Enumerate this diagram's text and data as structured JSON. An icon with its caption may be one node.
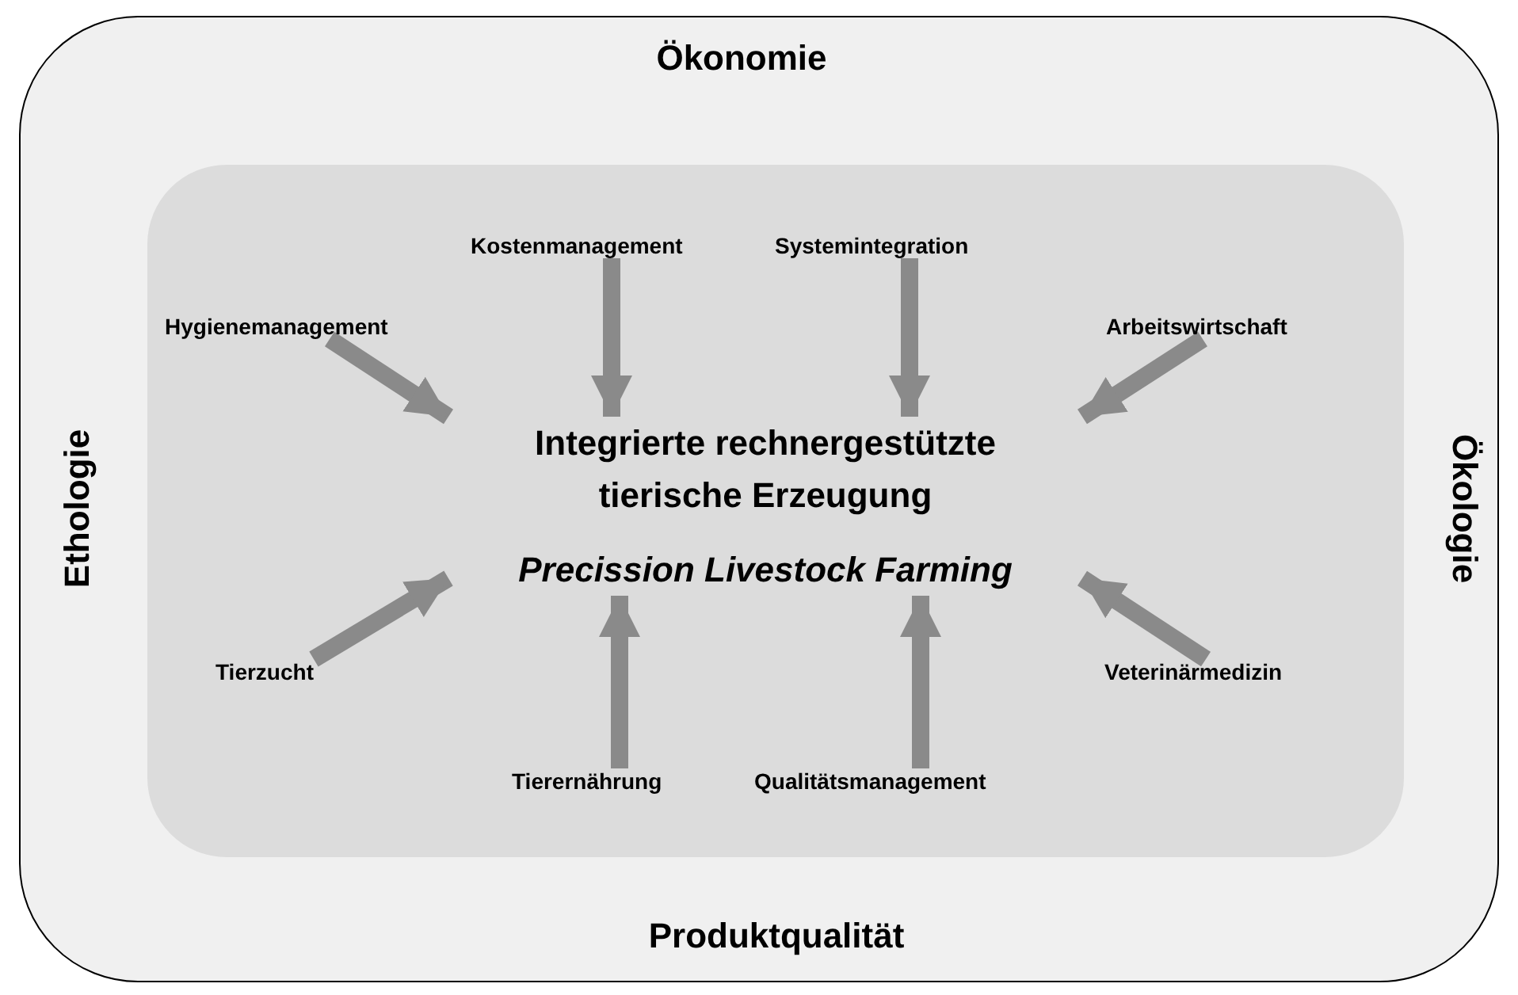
{
  "diagram": {
    "nodes": [
      {
        "text": [
          "Ökonomie",
          "Ethologie",
          "Ökologie",
          "Produktqualität"
        ]
      },
      {
        "text": [],
        "shape": "box",
        "in": 0
      },
      {
        "text": [
          "Integrierte rechnergestützte tierische Erzeugung",
          "Precission Livestock Farming"
        ],
        "in": 1
      },
      {
        "text": [
          "Kostenmanagement"
        ],
        "in": 1
      },
      {
        "text": [
          "Systemintegration"
        ],
        "in": 1
      },
      {
        "text": [
          "Hygienemanagement"
        ],
        "in": 1
      },
      {
        "text": [
          "Arbeitswirtschaft"
        ],
        "in": 1
      },
      {
        "text": [
          "Tierzucht"
        ],
        "in": 1
      },
      {
        "text": [
          "Veterinärmedizin"
        ],
        "in": 1
      },
      {
        "text": [
          "Tierernährung"
        ],
        "in": 1
      },
      {
        "text": [
          "Qualitätsmanagement"
        ],
        "in": 1
      }
    ],
    "edges": [
      {
        "from": 3,
        "to": 2,
        "arrow": "to"
      },
      {
        "from": 4,
        "to": 2,
        "arrow": "to"
      },
      {
        "from": 5,
        "to": 2,
        "arrow": "to"
      },
      {
        "from": 6,
        "to": 2,
        "arrow": "to"
      },
      {
        "from": 7,
        "to": 2,
        "arrow": "to"
      },
      {
        "from": 8,
        "to": 2,
        "arrow": "to"
      },
      {
        "from": 9,
        "to": 2,
        "arrow": "to"
      },
      {
        "from": 10,
        "to": 2,
        "arrow": "to"
      }
    ]
  }
}
